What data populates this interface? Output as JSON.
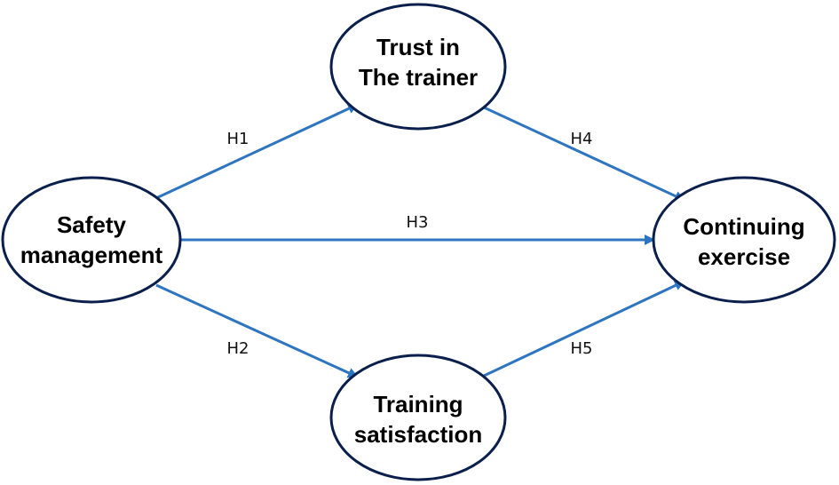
{
  "nodes": {
    "safety": {
      "line1": "Safety",
      "line2": "management"
    },
    "trust": {
      "line1": "Trust in",
      "line2": "The trainer"
    },
    "training": {
      "line1": "Training",
      "line2": "satisfaction"
    },
    "continuing": {
      "line1": "Continuing",
      "line2": "exercise"
    }
  },
  "edges": {
    "h1": "H1",
    "h2": "H2",
    "h3": "H3",
    "h4": "H4",
    "h5": "H5"
  },
  "colors": {
    "arrow": "#2e75c1",
    "node_border": "#0b1f4d"
  }
}
